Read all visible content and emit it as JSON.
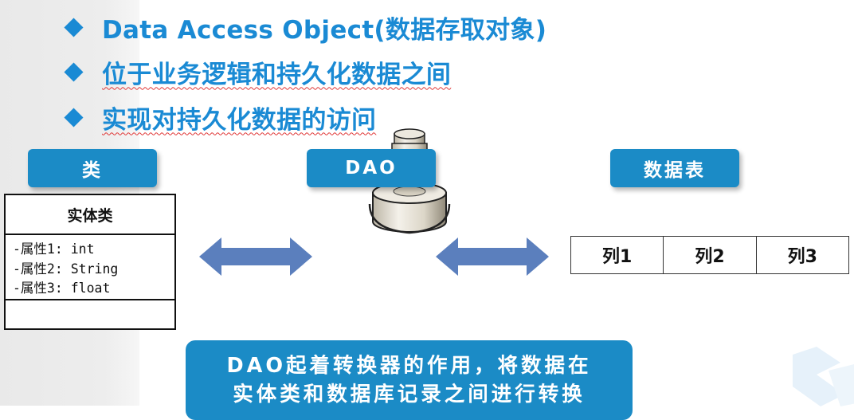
{
  "bullets": [
    "Data Access Object(数据存取对象)",
    "位于业务逻辑和持久化数据之间",
    "实现对持久化数据的访问"
  ],
  "labels": {
    "class": "类",
    "dao": "DAO",
    "table": "数据表"
  },
  "entity": {
    "title": "实体类",
    "attributes": [
      "-属性1: int",
      "-属性2: String",
      "-属性3: float"
    ]
  },
  "table_columns": [
    "列1",
    "列2",
    "列3"
  ],
  "note": {
    "line1": "DAO起着转换器的作用，将数据在",
    "line2": "实体类和数据库记录之间进行转换"
  },
  "colors": {
    "accent": "#1a8ad4",
    "label_bg": "#1b8bc6",
    "arrow": "#5b7fbd"
  },
  "icons": [
    "diamond-bullet-icon",
    "database-cylinder-icon",
    "double-arrow-icon",
    "watermark-logo-icon"
  ]
}
